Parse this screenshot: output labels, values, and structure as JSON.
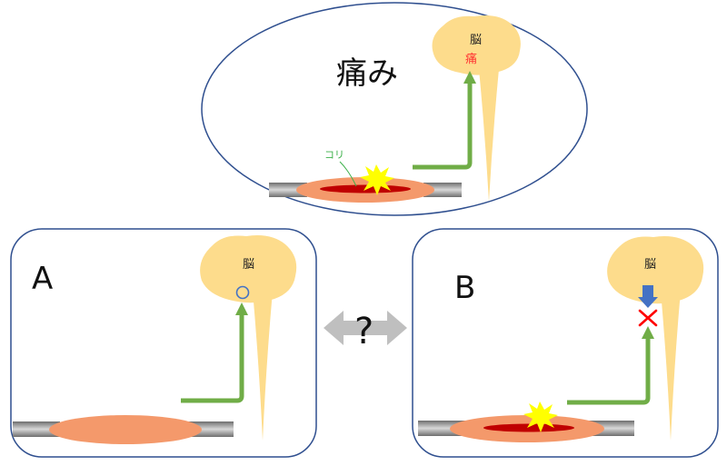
{
  "top": {
    "title": "痛み",
    "brain_label": "脳",
    "pain_mark": "痛",
    "kori_label": "コリ"
  },
  "panel_a": {
    "letter": "A",
    "brain_label": "脳"
  },
  "panel_b": {
    "letter": "B",
    "brain_label": "脳"
  },
  "middle": {
    "symbol": "?"
  },
  "colors": {
    "muscle": "#f4996b",
    "knot": "#c00000",
    "brain": "#fddc8c",
    "nerve_arrow": "#70ad47",
    "block_arrow": "#4472c4",
    "cross": "#ff0000",
    "burst": "#ffff00",
    "frame": "#2f4f8f",
    "double_arrow": "#bfbfbf"
  }
}
